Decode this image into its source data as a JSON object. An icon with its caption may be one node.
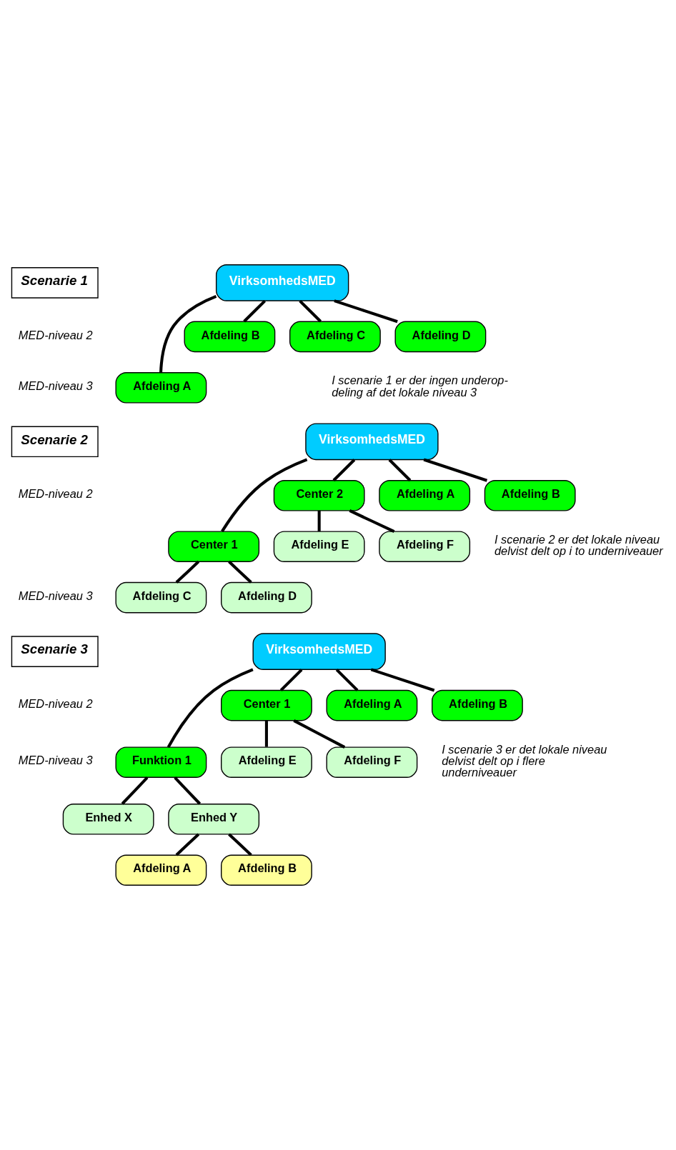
{
  "diagram": {
    "nodes": [
      {
        "text": [
          "Scenarie 1"
        ]
      },
      {
        "text": [
          "VirksomhedsMED"
        ]
      },
      {
        "text": [
          "Afdeling A"
        ]
      },
      {
        "text": [
          "Afdeling B"
        ]
      },
      {
        "text": [
          "Afdeling C"
        ]
      },
      {
        "text": [
          "Afdeling D"
        ]
      },
      {
        "text": [
          "Scenarie 2"
        ]
      },
      {
        "text": [
          "VirksomhedsMED"
        ]
      },
      {
        "text": [
          "Center 1"
        ]
      },
      {
        "text": [
          "Center 2"
        ]
      },
      {
        "text": [
          "Afdeling A"
        ]
      },
      {
        "text": [
          "Afdeling B"
        ]
      },
      {
        "text": [
          "Afdeling C"
        ]
      },
      {
        "text": [
          "Afdeling D"
        ]
      },
      {
        "text": [
          "Afdeling E"
        ]
      },
      {
        "text": [
          "Afdeling F"
        ]
      },
      {
        "text": [
          "Scenarie 3"
        ]
      },
      {
        "text": [
          "VirksomhedsMED"
        ]
      },
      {
        "text": [
          "Funktion 1"
        ]
      },
      {
        "text": [
          "Center 1"
        ]
      },
      {
        "text": [
          "Afdeling A"
        ]
      },
      {
        "text": [
          "Afdeling B"
        ]
      },
      {
        "text": [
          "Enhed X"
        ]
      },
      {
        "text": [
          "Enhed Y"
        ]
      },
      {
        "text": [
          "Afdeling E"
        ]
      },
      {
        "text": [
          "Afdeling F"
        ]
      },
      {
        "text": [
          "Afdeling A"
        ]
      },
      {
        "text": [
          "Afdeling B"
        ]
      }
    ],
    "edges": [
      {
        "from": 1,
        "to": 2,
        "arrow": "none"
      },
      {
        "from": 1,
        "to": 3,
        "arrow": "none"
      },
      {
        "from": 1,
        "to": 4,
        "arrow": "none"
      },
      {
        "from": 1,
        "to": 5,
        "arrow": "none"
      },
      {
        "from": 7,
        "to": 8,
        "arrow": "none"
      },
      {
        "from": 7,
        "to": 9,
        "arrow": "none"
      },
      {
        "from": 7,
        "to": 10,
        "arrow": "none"
      },
      {
        "from": 7,
        "to": 11,
        "arrow": "none"
      },
      {
        "from": 8,
        "to": 12,
        "arrow": "none"
      },
      {
        "from": 8,
        "to": 13,
        "arrow": "none"
      },
      {
        "from": 9,
        "to": 14,
        "arrow": "none"
      },
      {
        "from": 9,
        "to": 15,
        "arrow": "none"
      },
      {
        "from": 17,
        "to": 18,
        "arrow": "none"
      },
      {
        "from": 17,
        "to": 19,
        "arrow": "none"
      },
      {
        "from": 17,
        "to": 20,
        "arrow": "none"
      },
      {
        "from": 17,
        "to": 21,
        "arrow": "none"
      },
      {
        "from": 18,
        "to": 22,
        "arrow": "none"
      },
      {
        "from": 18,
        "to": 23,
        "arrow": "none"
      },
      {
        "from": 19,
        "to": 24,
        "arrow": "none"
      },
      {
        "from": 19,
        "to": 25,
        "arrow": "none"
      },
      {
        "from": 23,
        "to": 26,
        "arrow": "none"
      },
      {
        "from": 23,
        "to": 27,
        "arrow": "none"
      }
    ],
    "labels": [
      "MED-niveau 2",
      "MED-niveau 3",
      "I scenarie 1 er der ingen underop- deling af det lokale niveau 3",
      "MED-niveau 2",
      "MED-niveau 3",
      "I scenarie 2 er det lokale niveau delvist delt op i to underniveauer",
      "MED-niveau 2",
      "MED-niveau 3",
      "I scenarie 3 er det lokale niveau delvist delt op i flere underniveauer"
    ]
  }
}
